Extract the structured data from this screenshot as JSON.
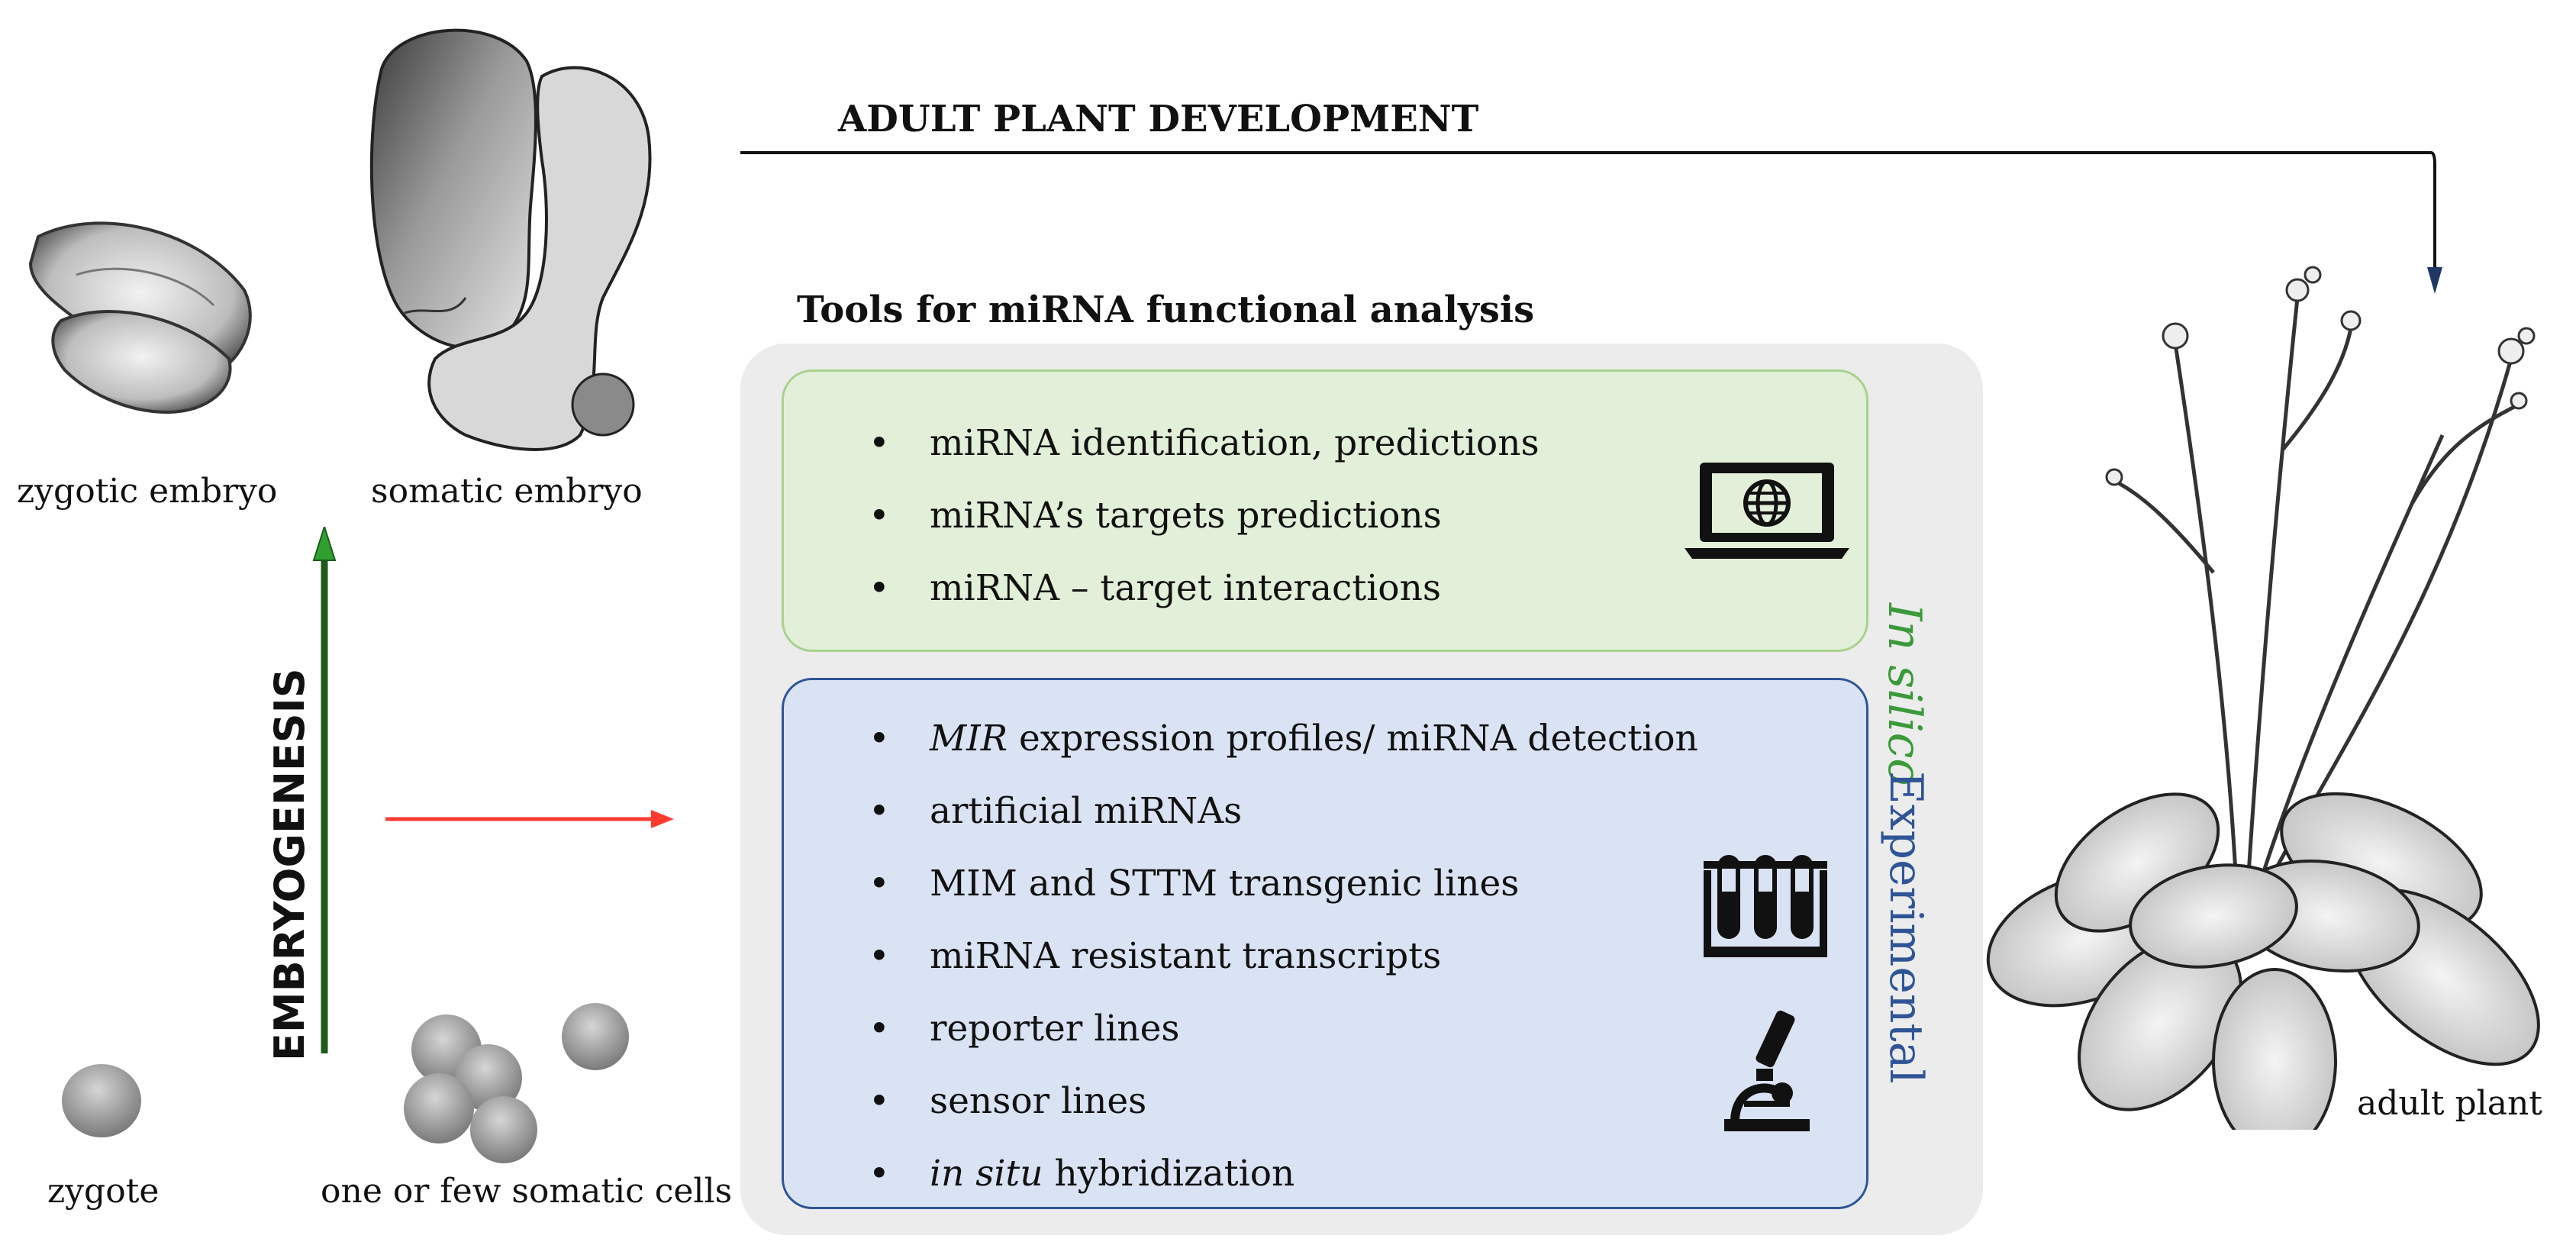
{
  "top_arrow_label": "ADULT PLANT DEVELOPMENT",
  "tools_title": "Tools for miRNA functional analysis",
  "embryogenesis_label": "EMBRYOGENESIS",
  "stage_labels": {
    "zygotic_embryo": "zygotic embryo",
    "somatic_embryo": "somatic embryo",
    "zygote": "zygote",
    "somatic_cells": "one or few somatic cells",
    "adult_plant": "adult plant"
  },
  "in_silico": {
    "label": "In silico",
    "items": [
      {
        "text": "miRNA identification, predictions"
      },
      {
        "text": "miRNA’s targets predictions"
      },
      {
        "text": "miRNA – target interactions"
      }
    ]
  },
  "experimental": {
    "label": "Experimental",
    "items": [
      {
        "italic": "MIR",
        "text": " expression profiles/  miRNA detection"
      },
      {
        "italic": "",
        "text": "artificial miRNAs"
      },
      {
        "italic": "",
        "text": "MIM and STTM transgenic lines"
      },
      {
        "italic": "",
        "text": "miRNA resistant transcripts"
      },
      {
        "italic": "",
        "text": "reporter lines"
      },
      {
        "italic": "",
        "text": "sensor lines"
      },
      {
        "italic": "in situ",
        "text": " hybridization"
      }
    ]
  },
  "icons": [
    "laptop-globe-icon",
    "test-tubes-icon",
    "microscope-icon"
  ],
  "colors": {
    "green_box": "#e2efd9",
    "green_border": "#a9d18e",
    "blue_box": "#dae3f3",
    "blue_border": "#2f5597",
    "embryogenesis_arrow": "#1e5a1e",
    "red_arrow": "#ff3b30",
    "in_silico_text": "#3a9a3a",
    "experimental_text": "#2f5597"
  }
}
